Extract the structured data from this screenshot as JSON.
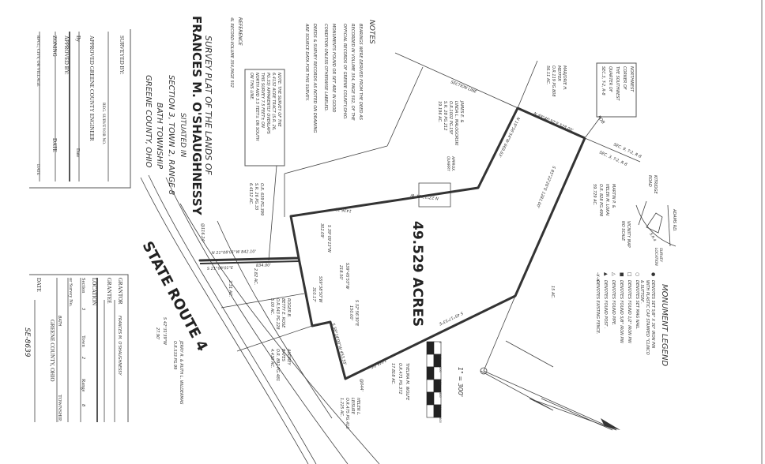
{
  "approval_block": {
    "surveyed_by": "SURVEYED BY:",
    "reg_surveyor": "REG. SURVEYOR NO.",
    "approved_engineer": "APPROVED GREENE COUNTY ENGINEER",
    "by": "By",
    "date_short": "Date",
    "approved_by": "APPROVED BY:",
    "zoning": "ZONING",
    "date": "DATE",
    "rpcc": "RPCC, CITY, OR VILLAGE",
    "date2": "DATE"
  },
  "title_block": {
    "line1": "SURVEY PLAT OF THE LANDS OF",
    "owner": "FRANCES M. O'SHAUGHNESSY",
    "line3": "SITUATED IN",
    "line4": "SECTION 3, TOWN 2, RANGE 8",
    "line5": "BATH TOWNSHIP",
    "line6": "GREENE COUNTY, OHIO"
  },
  "reference": {
    "heading": "REFERENCE",
    "text": "4L RECORD-VOLUME 354,PAGE 502"
  },
  "notes": {
    "heading": "NOTES",
    "lines": [
      "BEARINGS WERE DERIVED FROM THE DEED AS",
      "RECORDED IN VOLUME 354, PAGE 502, OF THE",
      "OFFICIAL RECORDS OF GREENE COUNTY,OHIO.",
      "MONUMENTS FOUND OR SET ARE IN GOOD",
      "CONDITION UNLESS OTHERWISE LABELED.",
      "DEEDS & SURVEY RECORDS AS NOTED ON DRAWING",
      "ARE SOURCE DATA FOR THIS SURVEY."
    ]
  },
  "overlap_note": [
    "NOTE: THE SURVEY OF THE",
    "6.4132 ACRE TRACT (S.R. 26,",
    "PG.33) APPARENTLY OVERLAPS",
    "THIS SURVEY 7.5 FEET± ON",
    "NORTH AND 3.5 FEET± ON SOUTH",
    "ON THIS LINE."
  ],
  "road": "STATE ROUTE 4",
  "acreage": "49.529 ACRES",
  "section_line": "SECTION LINE",
  "nw_corner": [
    "NORTHWEST",
    "CORNER OF",
    "THE SOUTHWEST",
    "QUARTER OF",
    "SEC.3, T-2, R-8"
  ],
  "pob": "POB",
  "sec9": "SEC. 9, T-2, R-8",
  "sec3": "SEC. 3, T-2, R-8",
  "owners": {
    "meffer": [
      "MARJORIE H.",
      "MEFFER",
      "O.R.119 PG.808",
      "56.11 AC."
    ],
    "malogorski": [
      "JAMES E. &",
      "LINDA L. MALOGORSKI",
      "O.R.1002 PG.15F",
      "S.R. 28 PG.212",
      "19.196 AC."
    ],
    "quarry": [
      "APPROX.",
      "QUARRY"
    ],
    "lokai": [
      "MARTIN P. &",
      "HELEN M. LOKAI",
      "O.R. 828 PG.498",
      "59.729 AC."
    ],
    "tract639": [
      "O.R. 639 PG.399",
      "S.R. 26 PG.33",
      "6.4132 AC."
    ],
    "rose": [
      "ROGER B.",
      "BETTY E. ROSE",
      "O.R.543 PG.228",
      "5.00 AC."
    ],
    "bates": [
      "AUDREY",
      "BATES",
      "O.R. 892 PG.481",
      "4.430 AC."
    ],
    "leisure": [
      "HELEN L.",
      "LEISURE",
      "O.R.475 PG.410",
      "1.225 AC."
    ],
    "wolfe": [
      "THELMA M. WOLFE",
      "O.R.471 PG.372",
      "17.818 AC."
    ],
    "wildermans": [
      "JERRY R. & RUTH L. WILDERMAS",
      "O.R.533 PG.99"
    ],
    "ac15": "15 AC.",
    "ac231": "2.31 AC.",
    "ac282": "2.82 AC."
  },
  "bearings": {
    "b1": "N 49°46'30\"E  528.00'",
    "b2": "N 19°56'54\"W  669.63'",
    "b3": "N 27°13'01\"W",
    "b4": "1436.33'",
    "b5": "S 39°09'13\"W",
    "b6": "302.09'",
    "b7": "N 21°08'01\"W  842.10'",
    "b8": "S 21°08'01\"E",
    "b9": "834.00'",
    "b10": "S39°45'55\"W",
    "b11": "218.50'",
    "b12": "S59°38'50\"W",
    "b13": "310.17'",
    "b14": "S 32°56'30\"E",
    "b15": "150.00'",
    "b16": "S 58°14'00\"W  453.55'",
    "b17": "S 45°17'53\"E",
    "b18": "1445.04'",
    "b19": "S 85°22'26\"E  1281.00'",
    "b20": "S 42°31'39\"W",
    "b21": "27.90'",
    "b22": "@116.24'",
    "b23": "@044'"
  },
  "vicinity": {
    "title": [
      "VICINITY MAP",
      "NO SCALE"
    ],
    "kitridge": [
      "KITRIDGE",
      "ROAD"
    ],
    "adams": "ADAMS RD.",
    "sr4": "S.R.4",
    "survey_location": [
      "SURVEY",
      "LOCATION"
    ]
  },
  "legend": {
    "title": "MONUMENT LEGEND",
    "items": [
      {
        "symbol": "●",
        "text": "DENOTES SET 5/8\" X 30\" IRON PIN",
        "text2": "WITH PLASTIC CAP STAMPED \"CLINCO",
        "text3": "& SUTTON\"."
      },
      {
        "symbol": "○",
        "text": "DENOTES SET MAG NAIL."
      },
      {
        "symbol": "□",
        "text": "DENOTES FOUND 1/2\" IRON PIN"
      },
      {
        "symbol": "■",
        "text": "DENOTES FOUND 5/8\" IRON PIN"
      },
      {
        "symbol": "△",
        "text": "DENOTES FOUND PIPE."
      },
      {
        "symbol": "▲",
        "text": "DENOTES FOUND POST ."
      },
      {
        "symbol": "-x-x-",
        "text": "DENOTES EXISTING FENCE."
      }
    ]
  },
  "scale": {
    "label": "1\" = 300'",
    "ticks": [
      "0",
      "100",
      "200",
      "300",
      "400",
      "500",
      "600"
    ]
  },
  "grantor_block": {
    "grantor_label": "GRANTOR",
    "grantor_value": "FRANCES M. O'SHAUGHNESSY",
    "grantee_label": "GRANTEE",
    "location_label": "LOCATION",
    "section_label": "Section",
    "section_value": "3",
    "town_label": "Town",
    "town_value": "2",
    "range_label": "Range",
    "range_value": "8",
    "survey_no_label": "or Survey No.",
    "township_value": "BATH",
    "township_label": "TOWNSHIP,",
    "county": "GREENE COUNTY, OHIO",
    "date_label": "DATE"
  },
  "drawing_number": "SE-8639",
  "colors": {
    "ink": "#333333",
    "paper": "#ffffff"
  }
}
